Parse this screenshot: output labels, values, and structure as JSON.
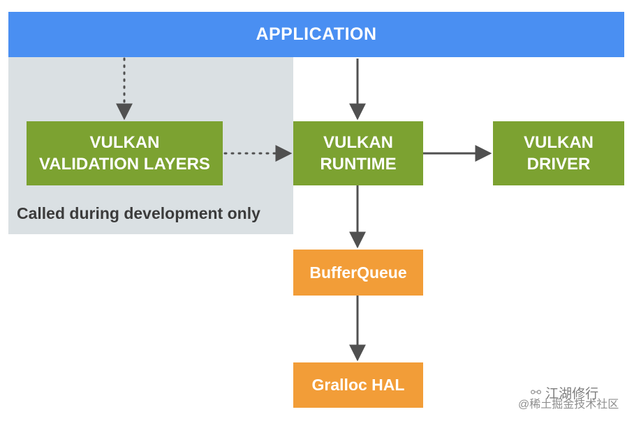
{
  "application": {
    "label": "APPLICATION"
  },
  "dev_region": {
    "label": "Called during development only"
  },
  "validation_layers": {
    "line1": "VULKAN",
    "line2": "VALIDATION LAYERS"
  },
  "runtime": {
    "line1": "VULKAN",
    "line2": "RUNTIME"
  },
  "driver": {
    "line1": "VULKAN",
    "line2": "DRIVER"
  },
  "buffer_queue": {
    "label": "BufferQueue"
  },
  "gralloc": {
    "label": "Gralloc HAL"
  },
  "watermark": {
    "icon": "wechat-icon",
    "name": "江湖修行",
    "site": "@稀土掘金技术社区"
  },
  "colors": {
    "application": "#4a8ff2",
    "vulkan_green": "#7ca231",
    "orange": "#f29d38",
    "dev_region": "#dae0e3",
    "arrow": "#505050"
  }
}
